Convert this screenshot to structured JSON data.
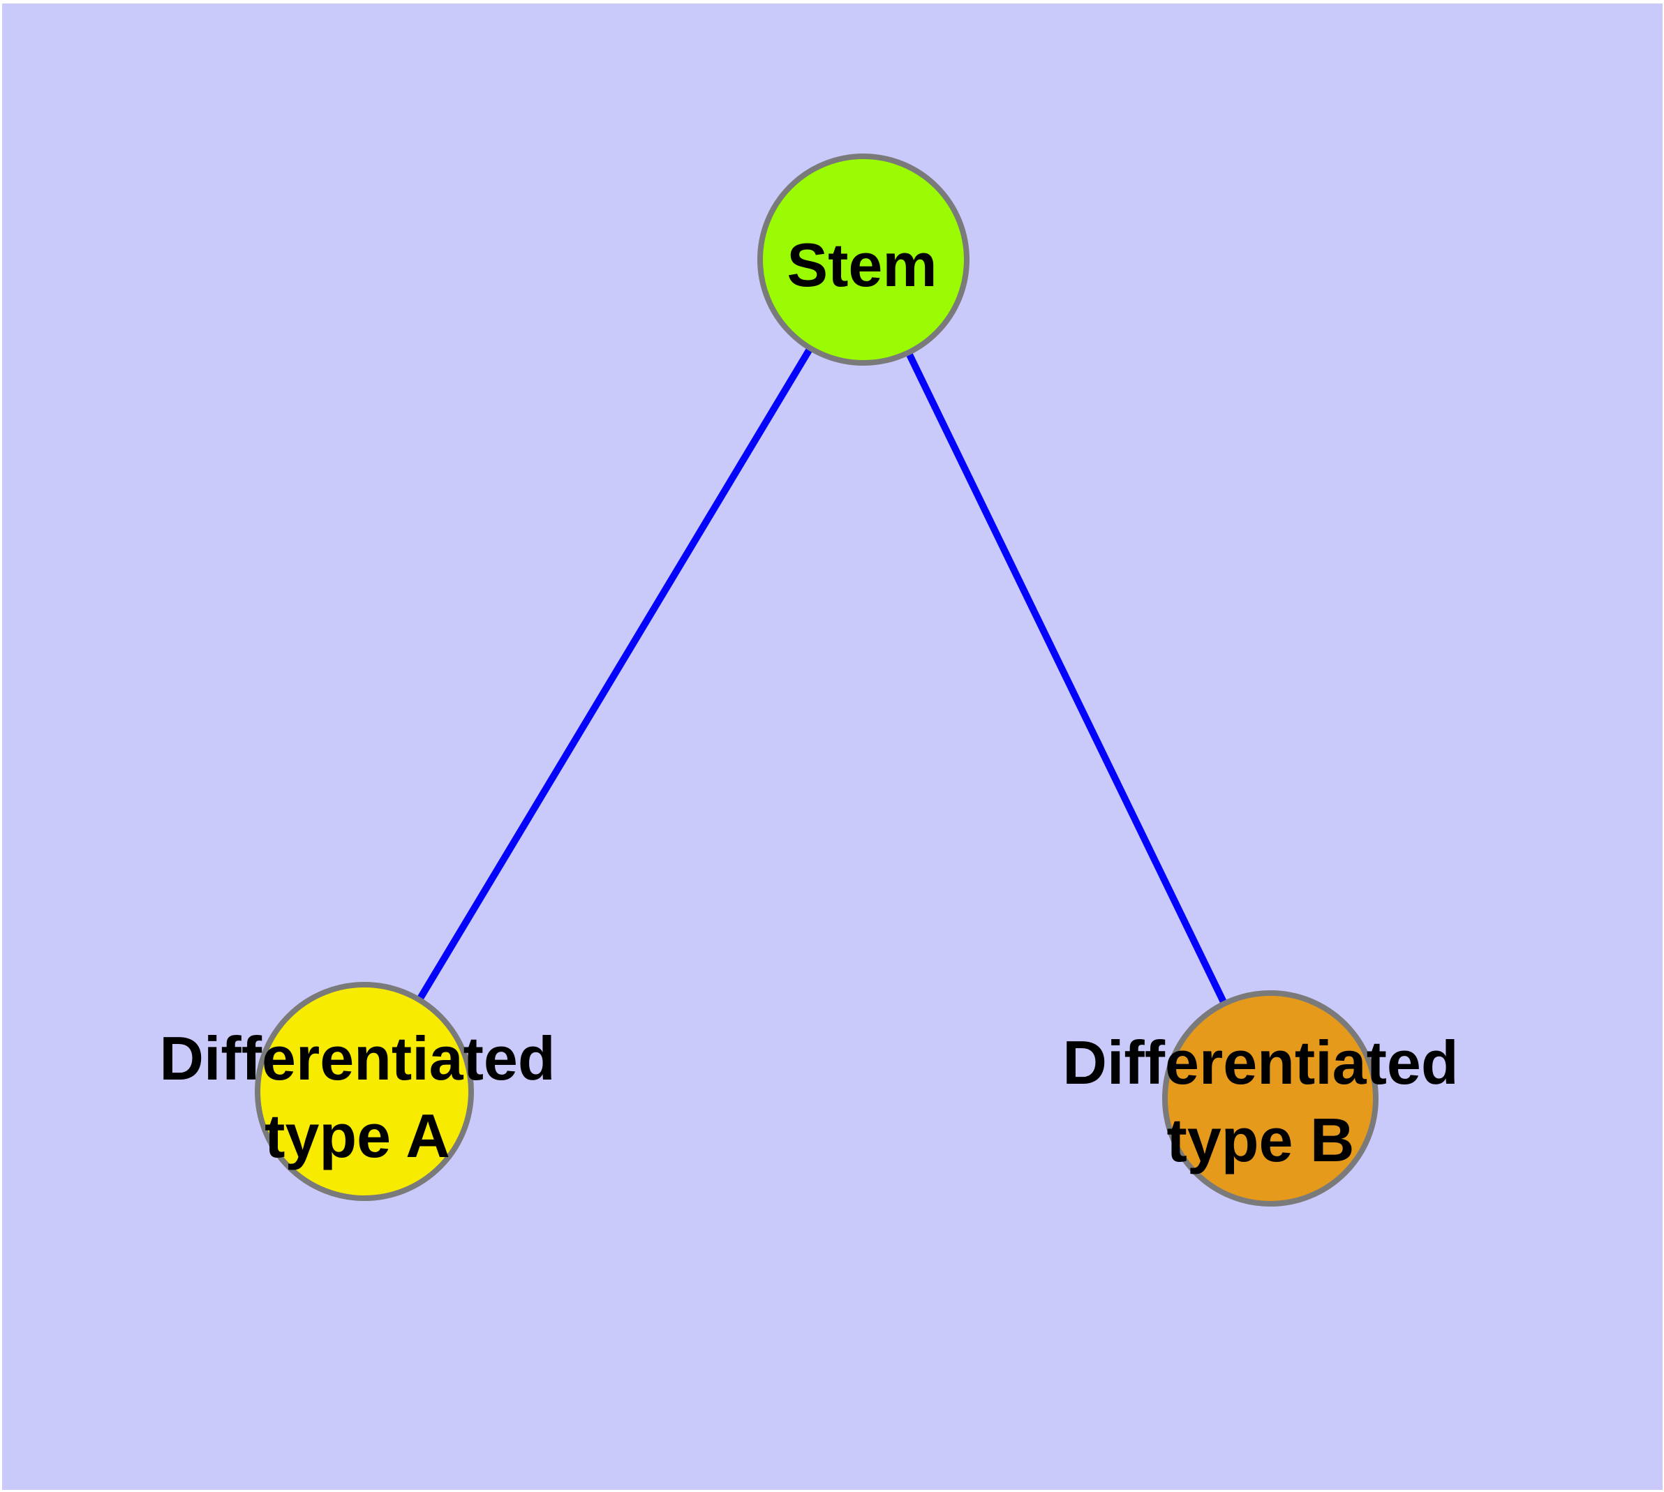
{
  "diagram": {
    "type": "graph",
    "background_color": "#C9C9FA",
    "page_margin_color": "#FFFFFF",
    "edge_color": "#0404FC",
    "node_border_color": "#7A7A7A",
    "label_color": "#000000",
    "nodes": [
      {
        "id": "stem",
        "label": "Stem",
        "label_lines": [
          "Stem"
        ],
        "color": "#9AFB02"
      },
      {
        "id": "differentiated-type-a",
        "label": "Differentiated type A",
        "label_lines": [
          "Differentiated",
          "type A"
        ],
        "color": "#F7EB00"
      },
      {
        "id": "differentiated-type-b",
        "label": "Differentiated type B",
        "label_lines": [
          "Differentiated",
          "type B"
        ],
        "color": "#E69A1C"
      }
    ],
    "edges": [
      {
        "from": "Stem",
        "to": "Differentiated type A"
      },
      {
        "from": "Stem",
        "to": "Differentiated type B"
      }
    ]
  }
}
